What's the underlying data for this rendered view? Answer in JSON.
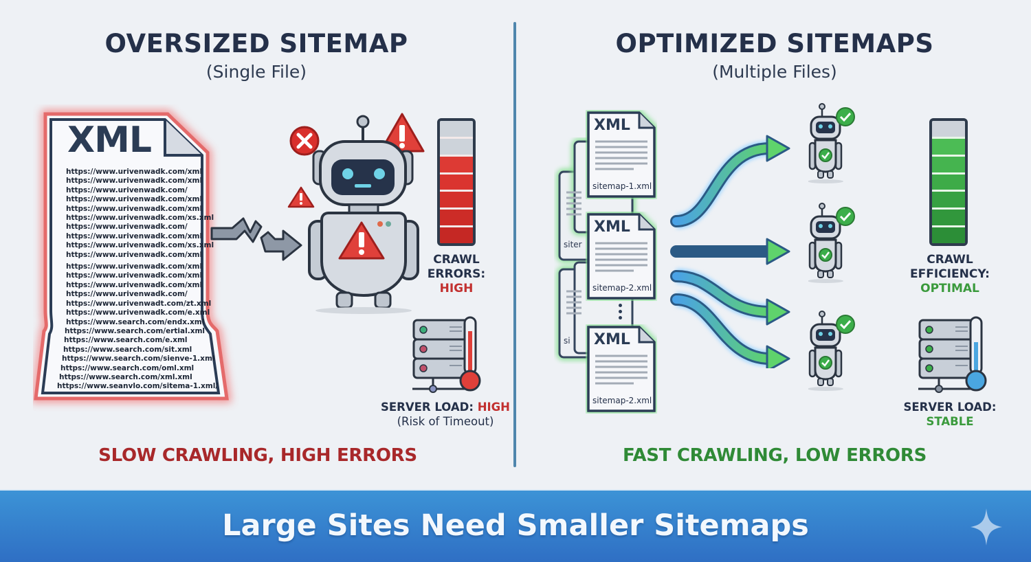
{
  "left_panel": {
    "title": "OVERSIZED SITEMAP",
    "subtitle": "(Single File)",
    "document": {
      "label": "XML",
      "urls": [
        "https://www.urivenwadk.com/xml",
        "https://www.urivenwadk.com/xml",
        "https://www.urivenwadk.com/",
        "https://www.urivenwadk.com/xml",
        "https://www.urivenwadk.com/xml",
        "https://www.urivenwadk.com/xs.xml",
        "https://www.urivenwadk.com/",
        "https://www.urivenwadk.com/xml",
        "https://www.urivenwadk.com/xs.xml",
        "https://www.urivenwadk.com/xml",
        "https://www.urivenwadk.com/xml",
        "https://www.urivenwadk.com/xml",
        "https://www.urivenwadk.com/xml",
        "https://www.urivenwadk.com/",
        "https://www.urivenwadt.com/zt.xml",
        "https://www.urivenwadk.com/e.xml",
        "https://www.search.com/endx.xml",
        "https://www.search.com/ertial.xml",
        "https://www.search.com/e.xml",
        "https://www.search.com/sit.xml",
        "https://www.search.com/sienve-1.xml",
        "https://www.search.com/oml.xml",
        "https://www.search.com/xml.xml",
        "https://www.seanvlo.com/sitema-1.xml/"
      ]
    },
    "meter": {
      "label_line1": "CRAWL",
      "label_line2": "ERRORS:",
      "value": "HIGH",
      "segments_total": 7,
      "segments_filled": 5,
      "fill_color": "#d9302c",
      "empty_color": "#cdd3da"
    },
    "server": {
      "label": "SERVER LOAD:",
      "value": "HIGH",
      "note": "(Risk of Timeout)",
      "thermometer_color": "#e0403a"
    },
    "conclusion": "SLOW CRAWLING, HIGH ERRORS"
  },
  "right_panel": {
    "title": "OPTIMIZED SITEMAPS",
    "subtitle": "(Multiple Files)",
    "documents": [
      {
        "label": "XML",
        "filename": "sitemap-1.xml"
      },
      {
        "label": "XML",
        "filename": "sitemap-2.xml"
      },
      {
        "label": "XML",
        "filename": "sitemap-2.xml"
      }
    ],
    "background_doc_fragments": [
      "siter",
      "si"
    ],
    "robots_count": 3,
    "meter": {
      "label_line1": "CRAWL",
      "label_line2": "EFFICIENCY:",
      "value": "OPTIMAL",
      "segments_total": 7,
      "segments_filled": 6,
      "fill_color": "#3fae4a",
      "empty_color": "#cdd3da"
    },
    "server": {
      "label": "SERVER LOAD:",
      "value": "STABLE",
      "thermometer_color": "#4aa6e0"
    },
    "conclusion": "FAST CRAWLING, LOW ERRORS"
  },
  "footer": {
    "headline": "Large Sites Need Smaller Sitemaps"
  },
  "colors": {
    "background": "#eef1f5",
    "title": "#243049",
    "bad": "#a8282a",
    "good": "#2f8a36",
    "footer_top": "#3c93d6",
    "footer_bottom": "#2f6fc4",
    "divider": "#4f86ad"
  }
}
